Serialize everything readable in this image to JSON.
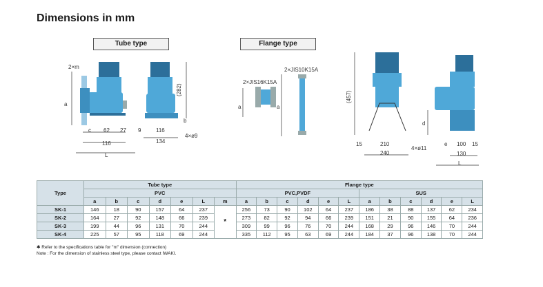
{
  "title": "Dimensions in mm",
  "labels": {
    "tube": "Tube type",
    "flange": "Flange type"
  },
  "tube_dims": {
    "two_m": "2×m",
    "a": "a",
    "c": "c",
    "d62": "62",
    "d27": "27",
    "d116": "116",
    "L": "L",
    "d282": "(282)",
    "b": "b",
    "d9": "9",
    "d116b": "116",
    "d134": "134",
    "hole": "4×ø9"
  },
  "flange_dims": {
    "jis16": "2×JIS16K15A",
    "jis10": "2×JIS10K15A",
    "a1": "a",
    "a2": "a"
  },
  "right_dims": {
    "d457": "(457)",
    "d15a": "15",
    "d210": "210",
    "d240": "240",
    "hole": "4×ø11",
    "d": "d",
    "e": "e",
    "d100": "100",
    "d15b": "15",
    "d130": "130",
    "L": "L"
  },
  "table": {
    "type_header": "Type",
    "tube_header": "Tube type",
    "flange_header": "Flange type",
    "pvc": "PVC",
    "pvc_pvdf": "PVC,PVDF",
    "sus": "SUS",
    "cols_tube": [
      "a",
      "b",
      "c",
      "d",
      "e",
      "L",
      "m"
    ],
    "cols_pvdf": [
      "a",
      "b",
      "c",
      "d",
      "e",
      "L"
    ],
    "cols_sus": [
      "a",
      "b",
      "c",
      "d",
      "e",
      "L"
    ],
    "star": "*",
    "rows": [
      {
        "type": "SK-1",
        "tube": [
          "146",
          "18",
          "90",
          "157",
          "64",
          "237"
        ],
        "pvdf": [
          "256",
          "73",
          "90",
          "102",
          "64",
          "237"
        ],
        "sus": [
          "186",
          "38",
          "88",
          "137",
          "62",
          "234"
        ]
      },
      {
        "type": "SK-2",
        "tube": [
          "164",
          "27",
          "92",
          "148",
          "66",
          "239"
        ],
        "pvdf": [
          "273",
          "82",
          "92",
          "94",
          "66",
          "239"
        ],
        "sus": [
          "151",
          "21",
          "90",
          "155",
          "64",
          "236"
        ]
      },
      {
        "type": "SK-3",
        "tube": [
          "199",
          "44",
          "96",
          "131",
          "70",
          "244"
        ],
        "pvdf": [
          "309",
          "99",
          "96",
          "76",
          "70",
          "244"
        ],
        "sus": [
          "168",
          "29",
          "96",
          "146",
          "70",
          "244"
        ]
      },
      {
        "type": "SK-4",
        "tube": [
          "225",
          "57",
          "95",
          "118",
          "69",
          "244"
        ],
        "pvdf": [
          "335",
          "112",
          "95",
          "63",
          "69",
          "244"
        ],
        "sus": [
          "184",
          "37",
          "96",
          "138",
          "70",
          "244"
        ]
      }
    ]
  },
  "notes": {
    "line1": "✱ Refer to the specifications table for \"m\" dimension (connection)",
    "line2": "Note : For the dimension of stainless steel type, please contact IWAKI."
  },
  "colors": {
    "pump": "#4fa8d8",
    "pump_dark": "#2c6f9a",
    "motor": "#3d8fbf",
    "header_bg": "#d6e1e8"
  }
}
